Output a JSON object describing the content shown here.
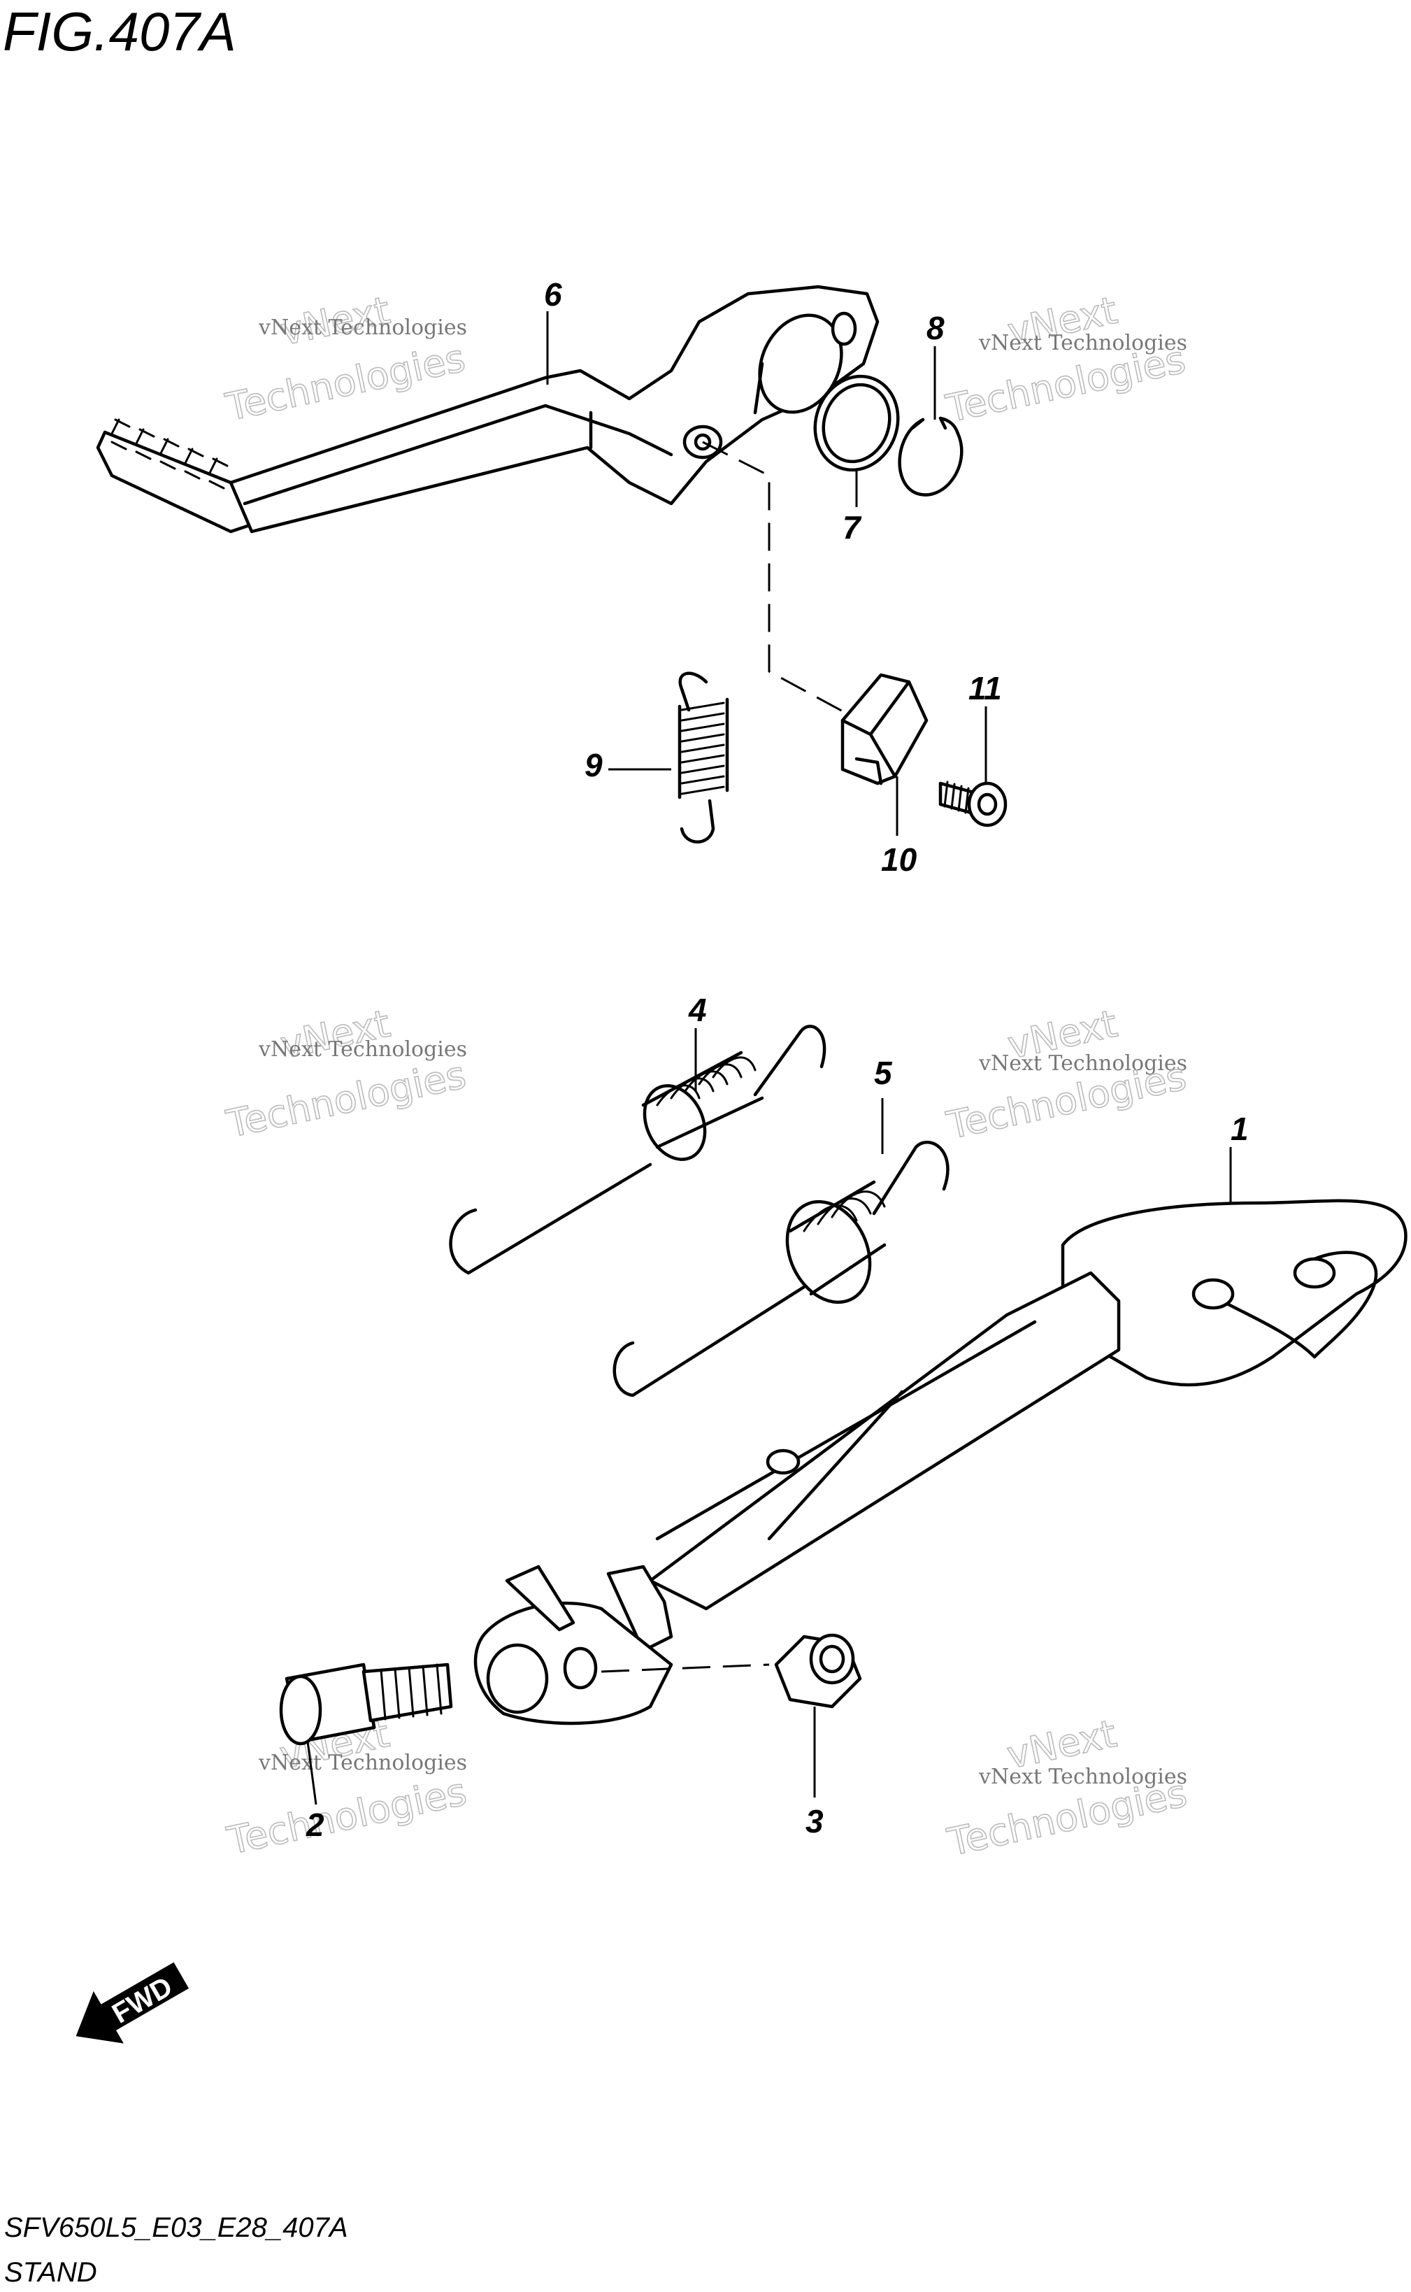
{
  "figure": {
    "title": "FIG.407A",
    "code": "SFV650L5_E03_E28_407A",
    "caption": "STAND"
  },
  "watermark": {
    "line1": "vNext",
    "line2": "vNext Technologies",
    "line3": "Technologies"
  },
  "fwd_label": "FWD",
  "callouts": [
    {
      "id": "c1",
      "label": "1"
    },
    {
      "id": "c2",
      "label": "2"
    },
    {
      "id": "c3",
      "label": "3"
    },
    {
      "id": "c4",
      "label": "4"
    },
    {
      "id": "c5",
      "label": "5"
    },
    {
      "id": "c6",
      "label": "6"
    },
    {
      "id": "c7",
      "label": "7"
    },
    {
      "id": "c8",
      "label": "8"
    },
    {
      "id": "c9",
      "label": "9"
    },
    {
      "id": "c10",
      "label": "10"
    },
    {
      "id": "c11",
      "label": "11"
    }
  ]
}
